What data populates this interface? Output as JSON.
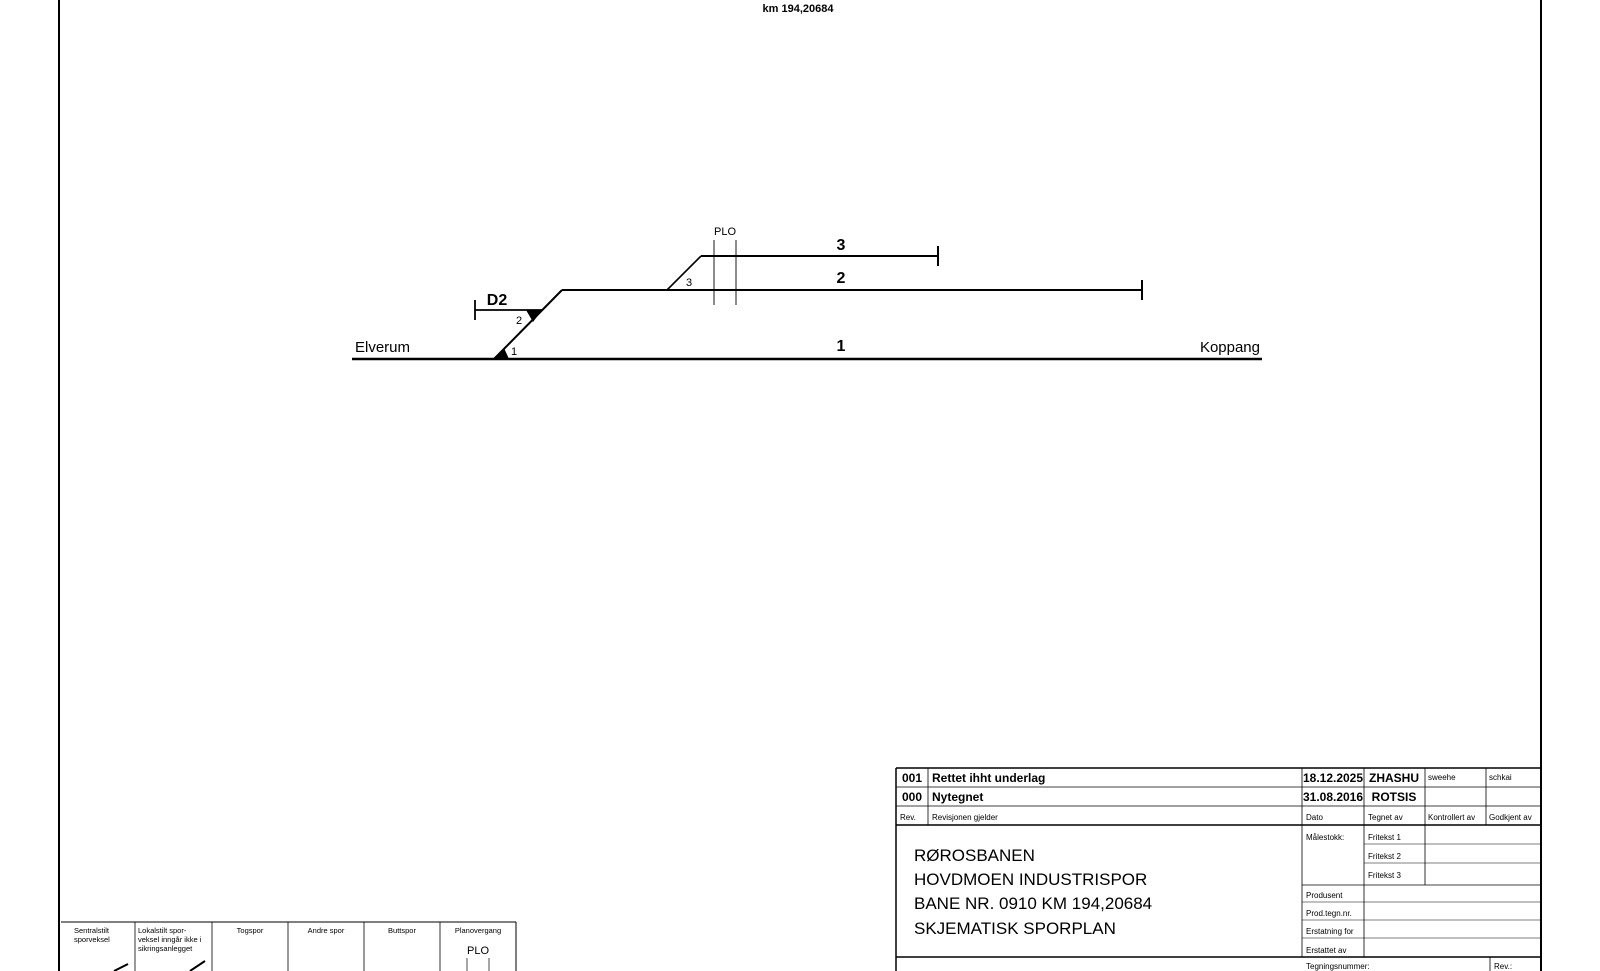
{
  "header": {
    "km_label": "km 194,20684"
  },
  "trackplan": {
    "west_station": "Elverum",
    "east_station": "Koppang",
    "tracks": [
      {
        "id": "track-1",
        "label": "1"
      },
      {
        "id": "track-2",
        "label": "2"
      },
      {
        "id": "track-3",
        "label": "3"
      },
      {
        "id": "track-d2",
        "label": "D2"
      }
    ],
    "switches": [
      "1",
      "2",
      "3"
    ],
    "level_crossing": "PLO"
  },
  "legend": {
    "items": [
      "Sentralstilt sporveksel",
      "Lokalstilt spor-veksel inngår ikke i sikringsanlegget",
      "Togspor",
      "Andre spor",
      "Buttspor",
      "Planovergang"
    ],
    "plo_symbol_label": "PLO"
  },
  "title_block": {
    "revisions": [
      {
        "rev": "001",
        "description": "Rettet ihht underlag",
        "date": "18.12.2025",
        "drawn_by": "ZHASHU",
        "checked_by": "sweehe",
        "approved_by": "schkai"
      },
      {
        "rev": "000",
        "description": "Nytegnet",
        "date": "31.08.2016",
        "drawn_by": "ROTSIS",
        "checked_by": "",
        "approved_by": ""
      }
    ],
    "headers": {
      "rev": "Rev.",
      "description": "Revisjonen gjelder",
      "date": "Dato",
      "drawn_by": "Tegnet av",
      "checked_by": "Kontrollert av",
      "approved_by": "Godkjent av"
    },
    "title_lines": [
      "RØROSBANEN",
      "HOVDMOEN INDUSTRISPOR",
      "BANE NR. 0910 KM 194,20684",
      "SKJEMATISK SPORPLAN"
    ],
    "scale_label": "Målestokk:",
    "fritekst": [
      "Fritekst 1",
      "Fritekst 2",
      "Fritekst 3"
    ],
    "produsent": "Produsent",
    "prod_tegn_nr": "Prod.tegn.nr.",
    "erstatning_for": "Erstatning for",
    "erstattet_av": "Erstattet av",
    "tegningsnummer": "Tegningsnummer:",
    "rev_footer": "Rev.:"
  },
  "colors": {
    "line": "#000000",
    "background": "#ffffff"
  }
}
